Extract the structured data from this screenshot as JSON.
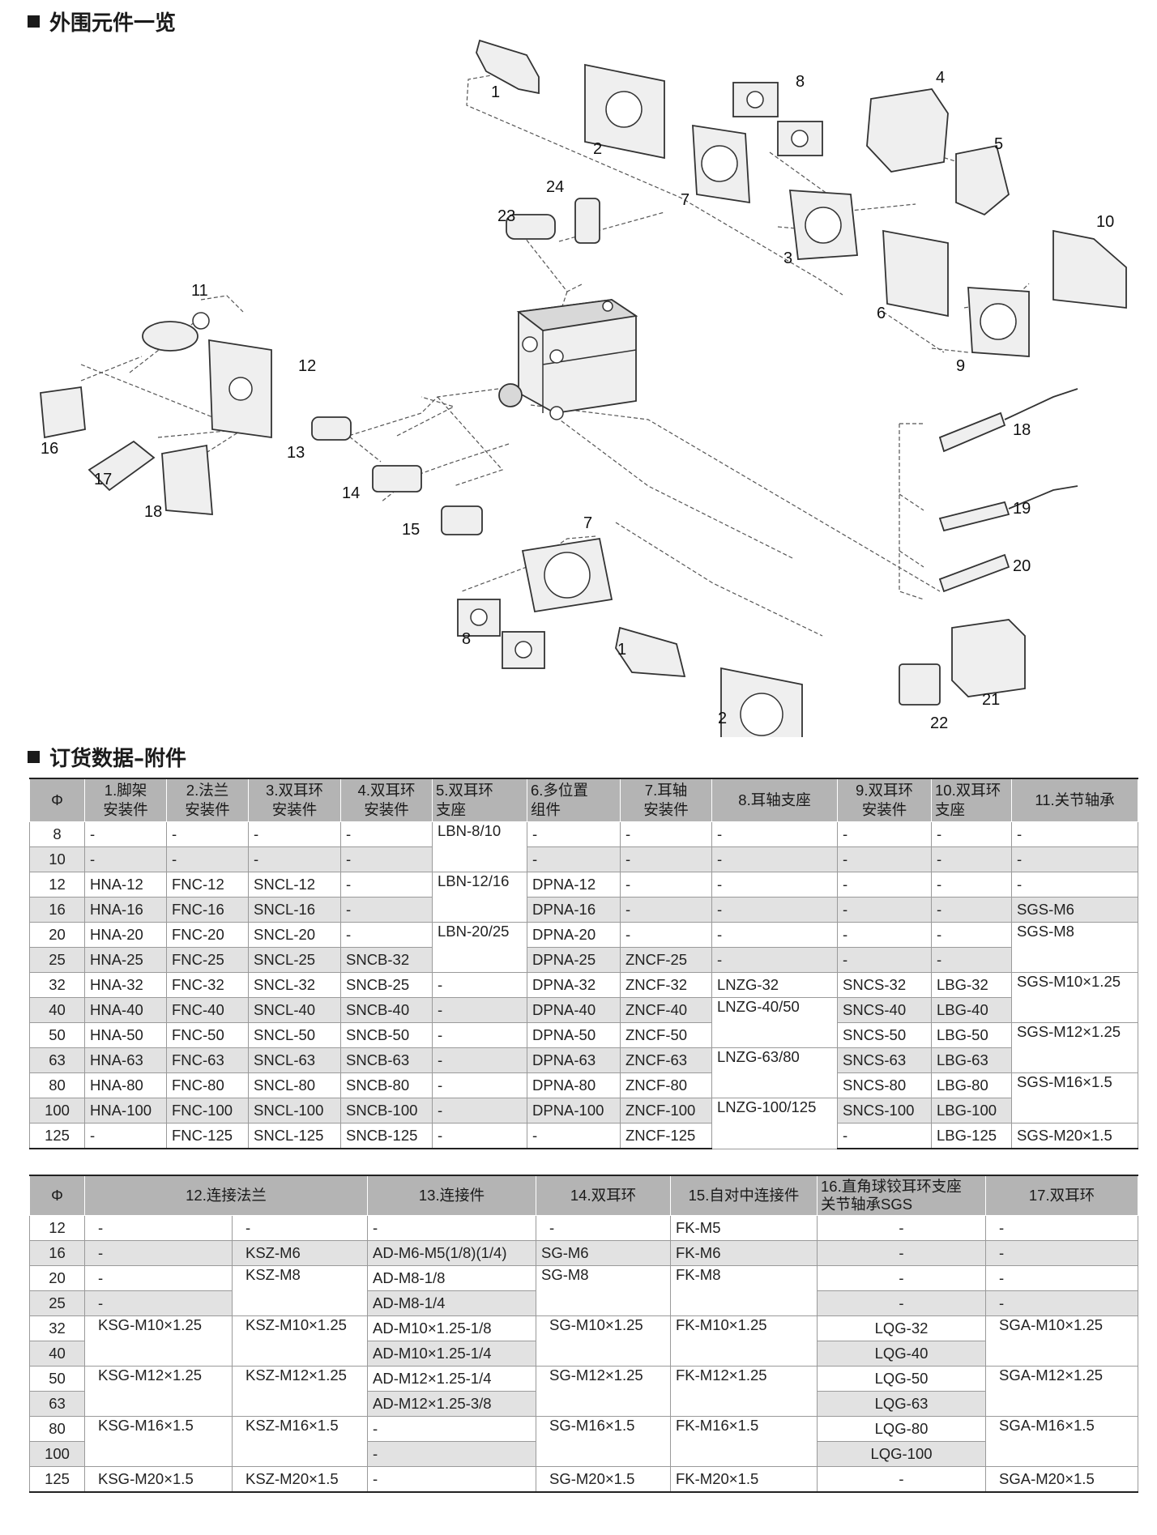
{
  "title_accessories": "外围元件一览",
  "title_order": "订货数据–附件",
  "diagram_labels": [
    "1",
    "2",
    "3",
    "4",
    "5",
    "6",
    "7",
    "8",
    "9",
    "10",
    "11",
    "12",
    "13",
    "14",
    "15",
    "16",
    "17",
    "18",
    "7",
    "8",
    "1",
    "2",
    "18",
    "19",
    "20",
    "21",
    "22",
    "23",
    "24"
  ],
  "table1": {
    "h": [
      "Φ",
      "1.脚架\n安装件",
      "2.法兰\n安装件",
      "3.双耳环\n安装件",
      "4.双耳环\n安装件",
      "5.双耳环\n支座",
      "6.多位置\n组件",
      "7.耳轴\n安装件",
      "8.耳轴支座",
      "9.双耳环\n安装件",
      "10.双耳环\n支座",
      "11.关节轴承"
    ],
    "phi": [
      "8",
      "10",
      "12",
      "16",
      "20",
      "25",
      "32",
      "40",
      "50",
      "63",
      "80",
      "100",
      "125"
    ],
    "c1": [
      "-",
      "-",
      "HNA-12",
      "HNA-16",
      "HNA-20",
      "HNA-25",
      "HNA-32",
      "HNA-40",
      "HNA-50",
      "HNA-63",
      "HNA-80",
      "HNA-100",
      "-"
    ],
    "c2": [
      "-",
      "-",
      "FNC-12",
      "FNC-16",
      "FNC-20",
      "FNC-25",
      "FNC-32",
      "FNC-40",
      "FNC-50",
      "FNC-63",
      "FNC-80",
      "FNC-100",
      "FNC-125"
    ],
    "c3": [
      "-",
      "-",
      "SNCL-12",
      "SNCL-16",
      "SNCL-20",
      "SNCL-25",
      "SNCL-32",
      "SNCL-40",
      "SNCL-50",
      "SNCL-63",
      "SNCL-80",
      "SNCL-100",
      "SNCL-125"
    ],
    "c4": [
      "-",
      "-",
      "-",
      "-",
      "-",
      "SNCB-32",
      "SNCB-25",
      "SNCB-40",
      "SNCB-50",
      "SNCB-63",
      "SNCB-80",
      "SNCB-100",
      "SNCB-125"
    ],
    "c5": [
      "LBN-8/10",
      "LBN-12/16",
      "LBN-20/25",
      "-",
      "-",
      "-",
      "-",
      "-",
      "-",
      "-"
    ],
    "c6": [
      "-",
      "-",
      "DPNA-12",
      "DPNA-16",
      "DPNA-20",
      "DPNA-25",
      "DPNA-32",
      "DPNA-40",
      "DPNA-50",
      "DPNA-63",
      "DPNA-80",
      "DPNA-100",
      "-"
    ],
    "c7": [
      "-",
      "-",
      "-",
      "-",
      "-",
      "ZNCF-25",
      "ZNCF-32",
      "ZNCF-40",
      "ZNCF-50",
      "ZNCF-63",
      "ZNCF-80",
      "ZNCF-100",
      "ZNCF-125"
    ],
    "c8": [
      "-",
      "-",
      "-",
      "-",
      "-",
      "-",
      "LNZG-32",
      "LNZG-40/50",
      "LNZG-63/80",
      "LNZG-100/125"
    ],
    "c9": [
      "-",
      "-",
      "-",
      "-",
      "-",
      "-",
      "SNCS-32",
      "SNCS-40",
      "SNCS-50",
      "SNCS-63",
      "SNCS-80",
      "SNCS-100",
      "-"
    ],
    "c10": [
      "-",
      "-",
      "-",
      "-",
      "-",
      "-",
      "LBG-32",
      "LBG-40",
      "LBG-50",
      "LBG-63",
      "LBG-80",
      "LBG-100",
      "LBG-125"
    ],
    "c11": [
      "-",
      "-",
      "-",
      "SGS-M6",
      "SGS-M8",
      "SGS-M10×1.25",
      "SGS-M12×1.25",
      "SGS-M16×1.5",
      "SGS-M20×1.5"
    ]
  },
  "table2": {
    "h": [
      "Φ",
      "12.连接法兰",
      "13.连接件",
      "14.双耳环",
      "15.自对中连接件",
      "16.直角球铰耳环支座\n关节轴承SGS",
      "17.双耳环"
    ],
    "phi": [
      "12",
      "16",
      "20",
      "25",
      "32",
      "40",
      "50",
      "63",
      "80",
      "100",
      "125"
    ],
    "a": [
      "-",
      "-",
      "-",
      "-",
      "KSG-M10×1.25",
      "KSG-M12×1.25",
      "KSG-M16×1.5",
      "KSG-M20×1.5"
    ],
    "b": [
      "-",
      "KSZ-M6",
      "KSZ-M8",
      "KSZ-M10×1.25",
      "KSZ-M12×1.25",
      "KSZ-M16×1.5",
      "KSZ-M20×1.5"
    ],
    "c": [
      "-",
      "AD-M6-M5(1/8)(1/4)",
      "AD-M8-1/8",
      "AD-M8-1/4",
      "AD-M10×1.25-1/8",
      "AD-M10×1.25-1/4",
      "AD-M12×1.25-1/4",
      "AD-M12×1.25-3/8",
      "-",
      "-",
      "-"
    ],
    "d": [
      "-",
      "SG-M6",
      "SG-M8",
      "SG-M10×1.25",
      "SG-M12×1.25",
      "SG-M16×1.5",
      "SG-M20×1.5"
    ],
    "e": [
      "FK-M5",
      "FK-M6",
      "FK-M8",
      "FK-M10×1.25",
      "FK-M12×1.25",
      "FK-M16×1.5",
      "FK-M20×1.5"
    ],
    "f": [
      "-",
      "-",
      "-",
      "-",
      "LQG-32",
      "LQG-40",
      "LQG-50",
      "LQG-63",
      "LQG-80",
      "LQG-100",
      "-"
    ],
    "g": [
      "-",
      "-",
      "-",
      "-",
      "SGA-M10×1.25",
      "SGA-M12×1.25",
      "SGA-M16×1.5",
      "SGA-M20×1.5"
    ]
  }
}
